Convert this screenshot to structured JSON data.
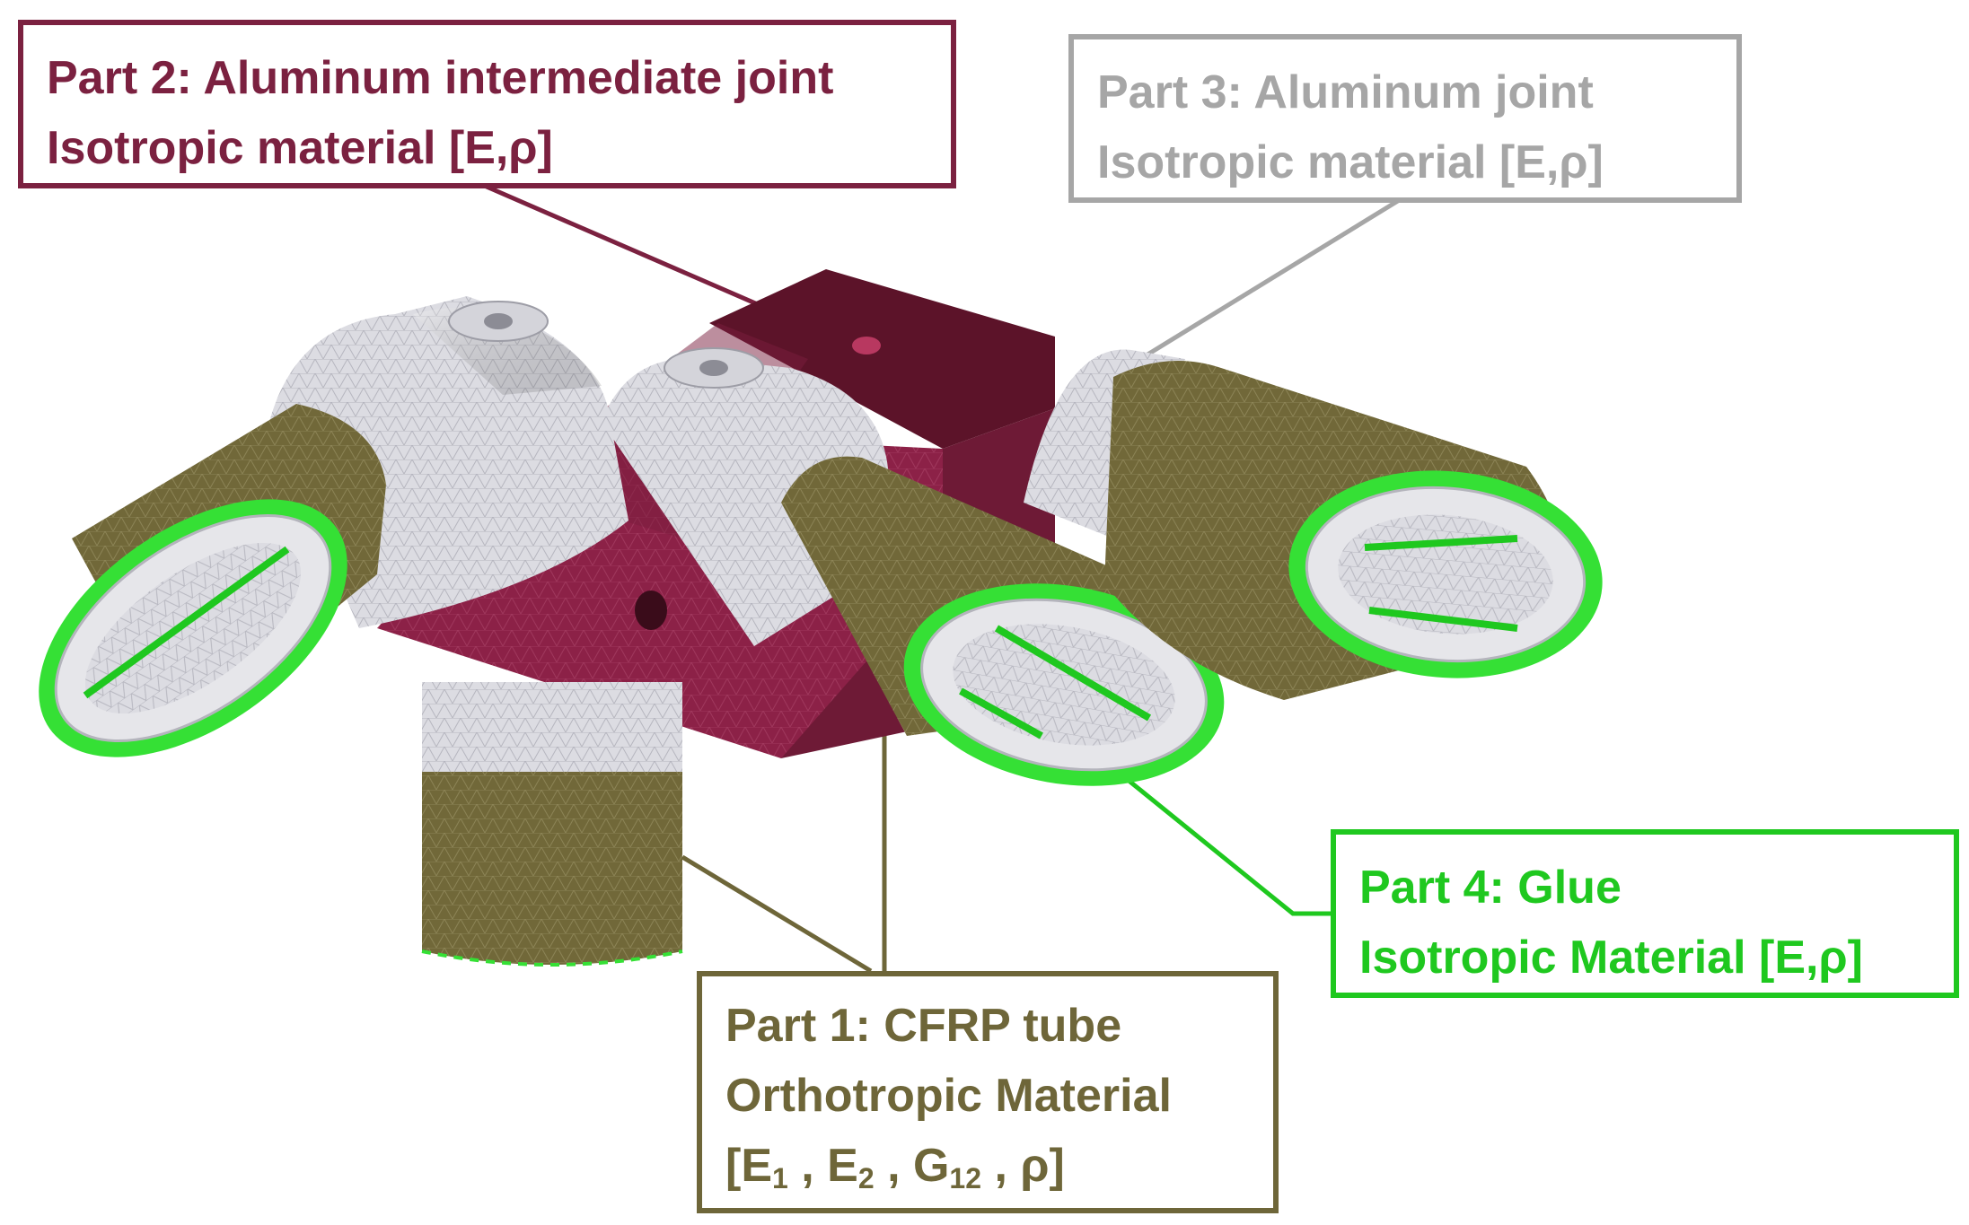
{
  "callouts": {
    "part2": {
      "title": "Part 2: Aluminum intermediate joint",
      "material": "Isotropic material [E,ρ]",
      "color": "#7b2140"
    },
    "part3": {
      "title": "Part 3: Aluminum joint",
      "material": "Isotropic material [E,ρ]",
      "color": "#a6a6a6"
    },
    "part4": {
      "title": "Part 4: Glue",
      "material": "Isotropic Material [E,ρ]",
      "color": "#1fc81f"
    },
    "part1": {
      "title": "Part 1: CFRP tube",
      "material": "Orthotropic Material",
      "props": {
        "open": "[E",
        "e1_sub": "1",
        "sep1": " , E",
        "e2_sub": "2",
        "sep2": " , G",
        "g12_sub": "12",
        "close": " , ρ]"
      },
      "color": "#6e6639"
    }
  },
  "colors": {
    "aluminum": "#d9d9de",
    "aluminum_mesh": "#b9b9c1",
    "intermediate_joint": "#8a1f44",
    "intermediate_joint_dark": "#5a1228",
    "cfrp": "#6f6639",
    "cfrp_mesh": "#8a8254",
    "glue": "#35e035"
  }
}
